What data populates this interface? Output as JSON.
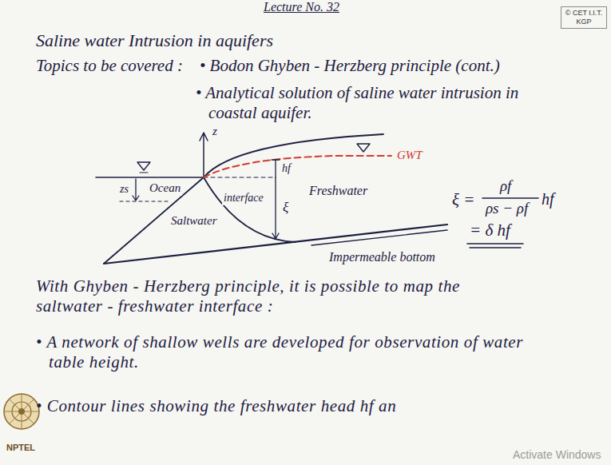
{
  "diagram": {
    "title": "Lecture No. 32",
    "nodes": [
      {
        "text": [
          "© CET I.I.T. KGP"
        ]
      }
    ],
    "labels": [
      "Saline water Intrusion in aquifers",
      "Topics to be covered :",
      "• Bodon Ghyben - Herzberg principle (cont.)",
      "• Analytical solution of saline water intrusion in coastal aquifer.",
      "z",
      "GWT",
      "hf",
      "Ocean",
      "zs",
      "interface",
      "ξ",
      "Freshwater",
      "Saltwater",
      "Impermeable bottom",
      "ξ =",
      "ρf",
      "ρs − ρf",
      "hf",
      "= δ hf",
      "With Ghyben - Herzberg principle, it is possible to map the saltwater - freshwater interface :",
      "• A network of shallow wells are developed for observation of water table height.",
      "• Contour lines showing the freshwater head hf an",
      "NPTEL",
      "Activate Windows"
    ]
  }
}
